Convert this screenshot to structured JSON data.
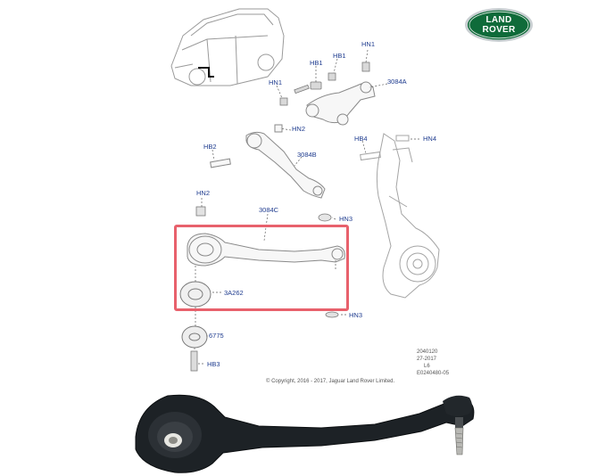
{
  "logo": {
    "line1": "LAND",
    "line2": "ROVER",
    "color": "#0f6b3a"
  },
  "callouts": {
    "hn1_top": "HN1",
    "hb1_a": "HB1",
    "hb1_b": "HB1",
    "part_3084a": "3084A",
    "hn1_left": "HN1",
    "hn2_mid": "HN2",
    "hb2": "HB2",
    "part_3084b": "3084B",
    "hb4": "HB4",
    "hn4": "HN4",
    "hn2_low": "HN2",
    "part_3084c": "3084C",
    "hn3_upper": "HN3",
    "part_3a262": "3A262",
    "hn3_lower": "HN3",
    "part_6775": "6775",
    "hb3": "HB3"
  },
  "doc_meta": {
    "line1": "2040120",
    "line2": "27-2017",
    "line3": "L6",
    "line4": "E0240480-05"
  },
  "copyright": "© Copyright, 2016 - 2017, Jaguar Land Rover Limited.",
  "colors": {
    "highlight": "#e8616c",
    "callout_text": "#1f3c8f",
    "line_art": "#888888"
  }
}
